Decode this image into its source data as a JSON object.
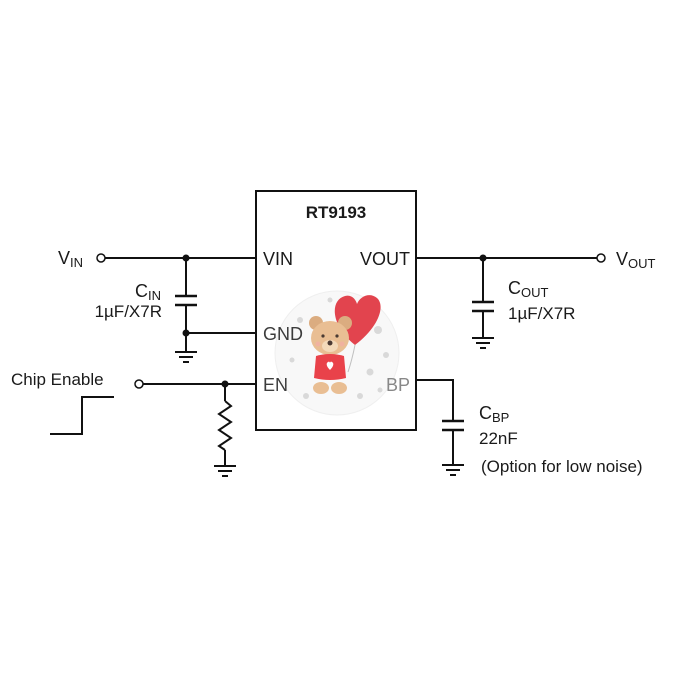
{
  "chip": {
    "part_number": "RT9193",
    "pins": {
      "vin": "VIN",
      "vout": "VOUT",
      "gnd": "GND",
      "en": "EN",
      "bp": "BP"
    }
  },
  "terminals": {
    "vin": {
      "main": "V",
      "sub": "IN"
    },
    "vout": {
      "main": "V",
      "sub": "OUT"
    },
    "chip_enable": "Chip Enable"
  },
  "components": {
    "cin": {
      "main": "C",
      "sub": "IN",
      "value": "1µF/X7R"
    },
    "cout": {
      "main": "C",
      "sub": "OUT",
      "value": "1µF/X7R"
    },
    "cbp": {
      "main": "C",
      "sub": "BP",
      "value": "22nF",
      "note": "(Option for low noise)"
    }
  },
  "watermark": {
    "description": "teddy bear holding heart balloon",
    "colors": {
      "balloon": "#e0353f",
      "bear": "#e8b98a",
      "shirt": "#e8333b",
      "dots": "#cfcfcf"
    }
  },
  "colors": {
    "wire": "#111111",
    "text": "#1a1a1a",
    "background": "#ffffff"
  }
}
